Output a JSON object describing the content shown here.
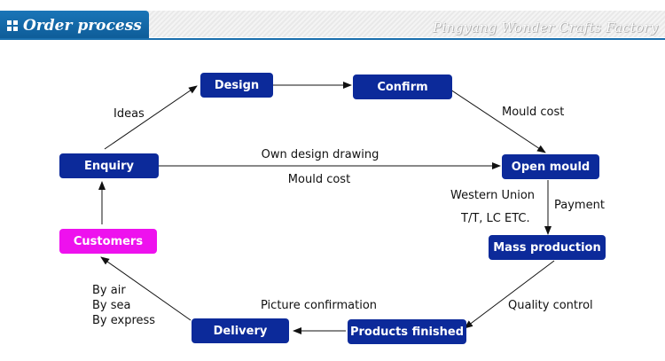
{
  "header": {
    "title": "Order process",
    "watermark": "Pingyang Wonder Crafts Factory"
  },
  "nodes": {
    "design": "Design",
    "confirm": "Confirm",
    "enquiry": "Enquiry",
    "open_mould": "Open mould",
    "customers": "Customers",
    "mass_production": "Mass production",
    "delivery": "Delivery",
    "products_finished": "Products finished"
  },
  "labels": {
    "ideas": "Ideas",
    "mould_cost_top": "Mould cost",
    "own_design_drawing": "Own design drawing",
    "mould_cost_mid": "Mould cost",
    "western_union": "Western Union",
    "tt_lc": "T/T, LC ETC.",
    "payment": "Payment",
    "quality_control": "Quality control",
    "picture_confirmation": "Picture confirmation",
    "by_air": "By air",
    "by_sea": "By sea",
    "by_express": "By express"
  },
  "colors": {
    "node_fill": "#0c2a9a",
    "customers_fill": "#ee11ee",
    "header_blue": "#1a75b8"
  }
}
